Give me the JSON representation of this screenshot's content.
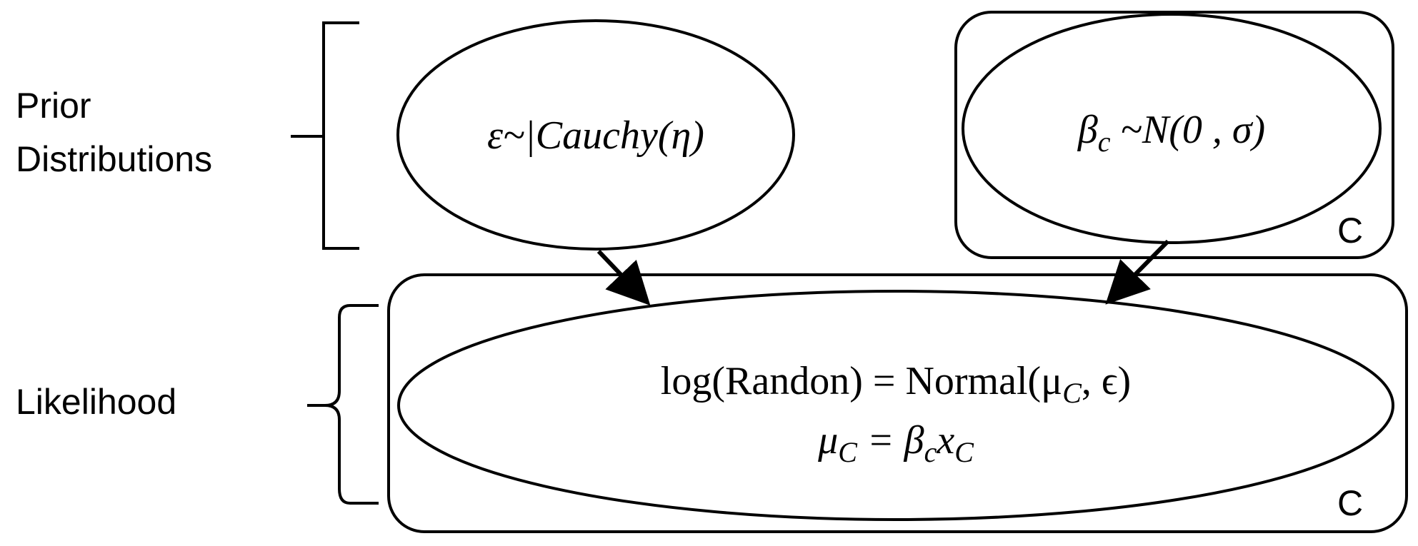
{
  "labels": {
    "prior_line1": "Prior",
    "prior_line2": "Distributions",
    "likelihood": "Likelihood"
  },
  "nodes": {
    "epsilon_prior": "ε~|Cauchy(η)",
    "beta_prior_beta": "β",
    "beta_prior_sub": "c",
    "beta_prior_rest": " ~N(0 , σ)",
    "likelihood_line1": "log(Randon) = Normal(μ",
    "likelihood_line1_sub": "C",
    "likelihood_line1_tail": ", ϵ)",
    "likelihood_line2_mu": "μ",
    "likelihood_line2_mu_sub": "C",
    "likelihood_line2_eq": " = β",
    "likelihood_line2_beta_sub": "c",
    "likelihood_line2_x": "x",
    "likelihood_line2_x_sub": "C"
  },
  "plates": {
    "beta_plate_label": "C",
    "likelihood_plate_label": "C"
  }
}
